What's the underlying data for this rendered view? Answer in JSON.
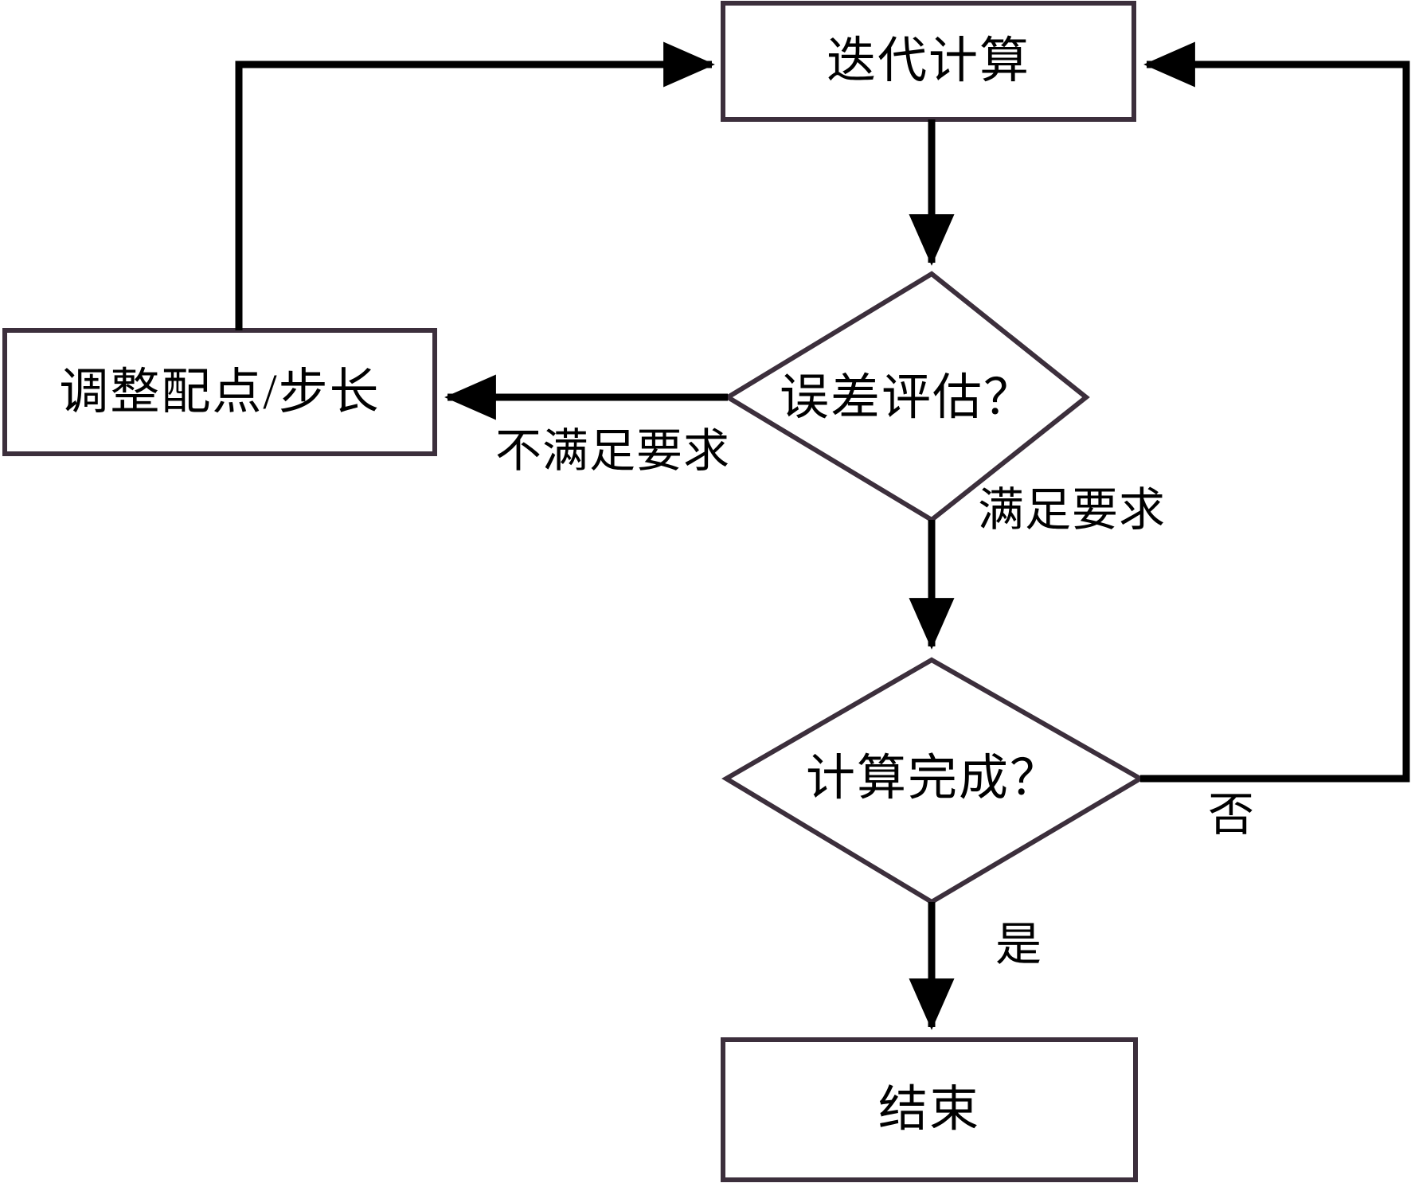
{
  "diagram": {
    "type": "flowchart",
    "orientation": "top-down",
    "background_color": "#ffffff",
    "shape_stroke_color": "#3c2f3c",
    "connector_color": "#000000",
    "text_color": "#000000",
    "nodes": [
      {
        "id": "iterate",
        "shape": "rectangle",
        "label": "迭代计算"
      },
      {
        "id": "adjust",
        "shape": "rectangle",
        "label": "调整配点/步长"
      },
      {
        "id": "error",
        "shape": "diamond",
        "label": "误差评估？"
      },
      {
        "id": "complete",
        "shape": "diamond",
        "label": "计算完成？"
      },
      {
        "id": "end",
        "shape": "rectangle",
        "label": "结束"
      }
    ],
    "edges": [
      {
        "id": "iterate-to-error",
        "from": "iterate",
        "to": "error",
        "label": ""
      },
      {
        "id": "error-to-adjust",
        "from": "error",
        "to": "adjust",
        "label": "不满足要求"
      },
      {
        "id": "adjust-to-iterate",
        "from": "adjust",
        "to": "iterate",
        "label": ""
      },
      {
        "id": "error-to-complete",
        "from": "error",
        "to": "complete",
        "label": "满足要求"
      },
      {
        "id": "complete-to-iterate",
        "from": "complete",
        "to": "iterate",
        "label": "否"
      },
      {
        "id": "complete-to-end",
        "from": "complete",
        "to": "end",
        "label": "是"
      }
    ]
  }
}
